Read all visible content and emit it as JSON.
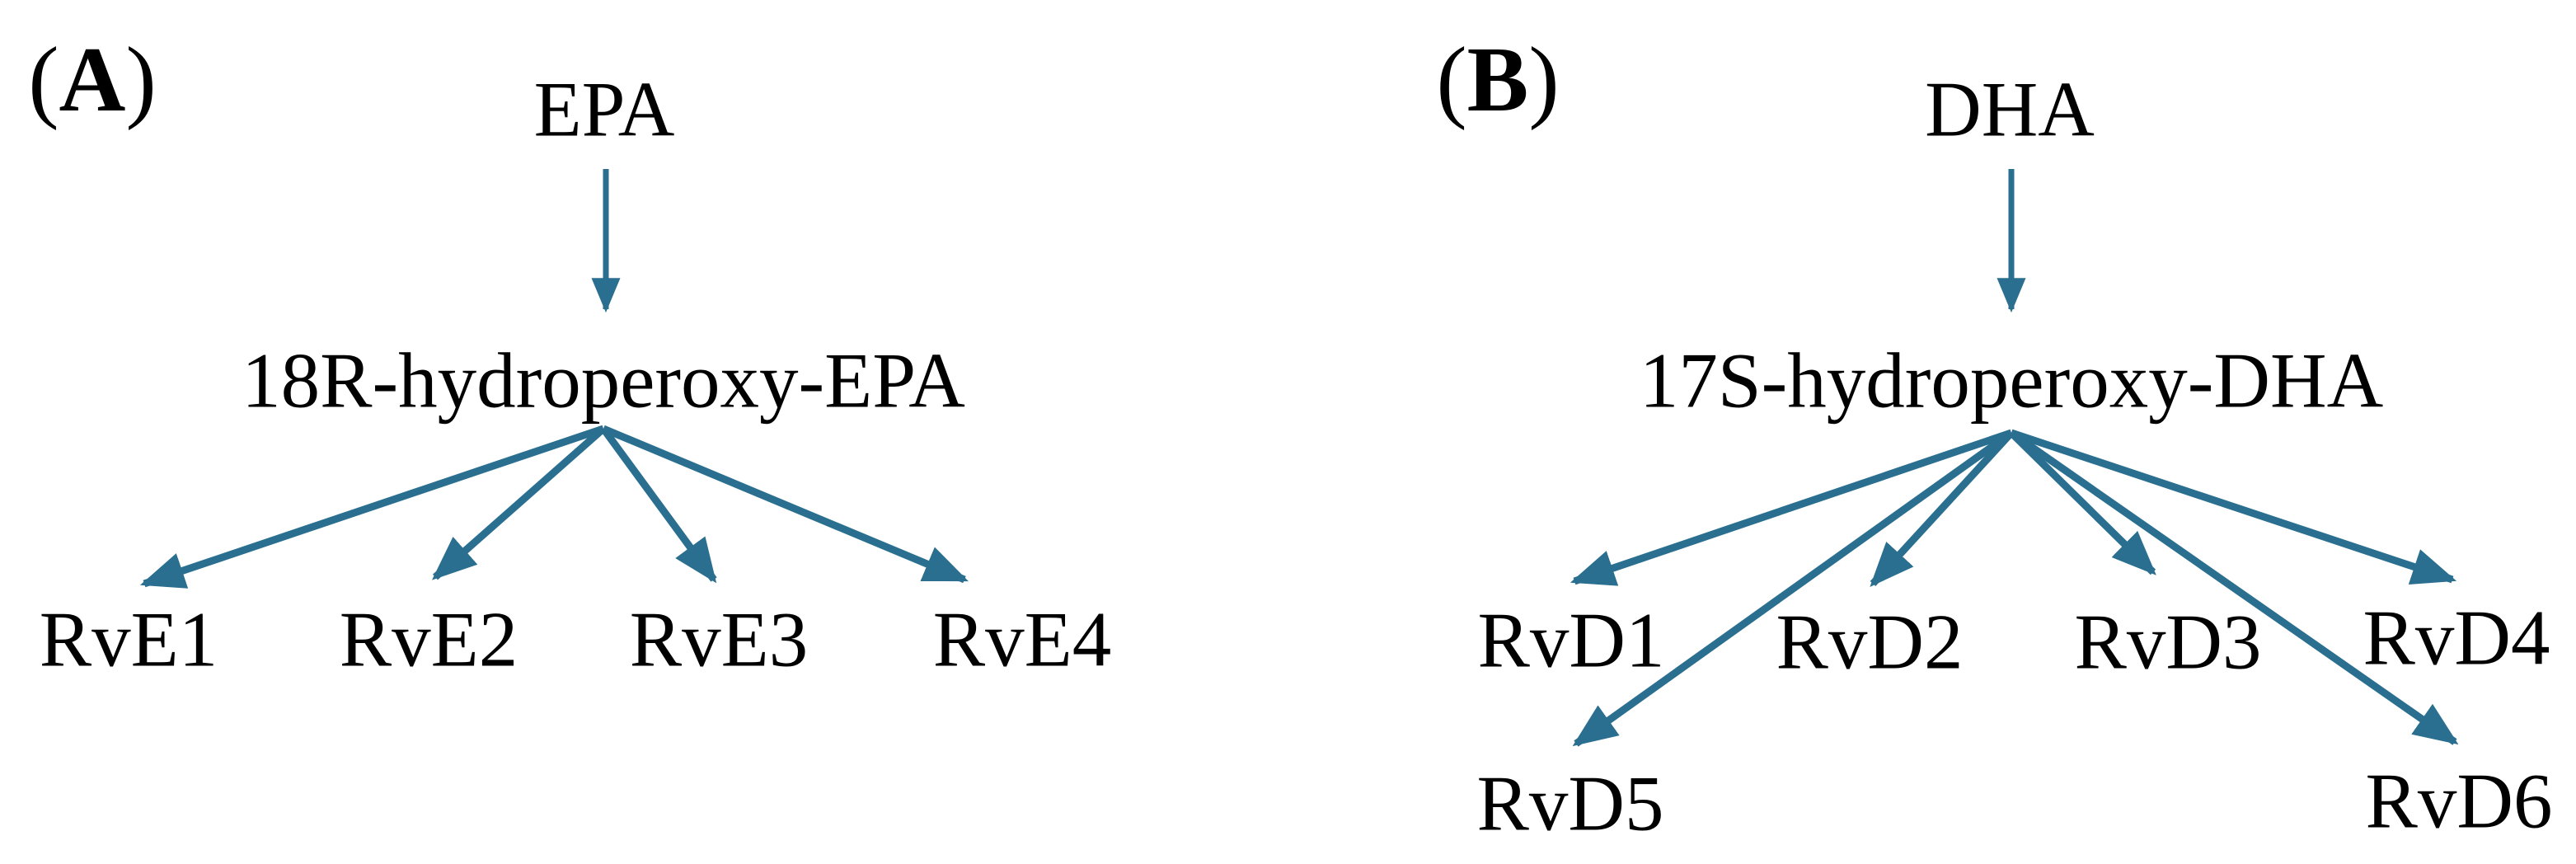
{
  "figure": {
    "colors": {
      "arrow": "#2A6F8F",
      "text": "#000000",
      "background": "#FFFFFF"
    },
    "panels": [
      {
        "id": "A",
        "label_parts": [
          "(",
          "A",
          ")"
        ],
        "precursor": "EPA",
        "intermediate": "18R-hydroperoxy-EPA",
        "products": [
          "RvE1",
          "RvE2",
          "RvE3",
          "RvE4"
        ]
      },
      {
        "id": "B",
        "label_parts": [
          "(",
          "B",
          ")"
        ],
        "precursor": "DHA",
        "intermediate": "17S-hydroperoxy-DHA",
        "products": [
          "RvD1",
          "RvD2",
          "RvD3",
          "RvD4",
          "RvD5",
          "RvD6"
        ]
      }
    ]
  }
}
